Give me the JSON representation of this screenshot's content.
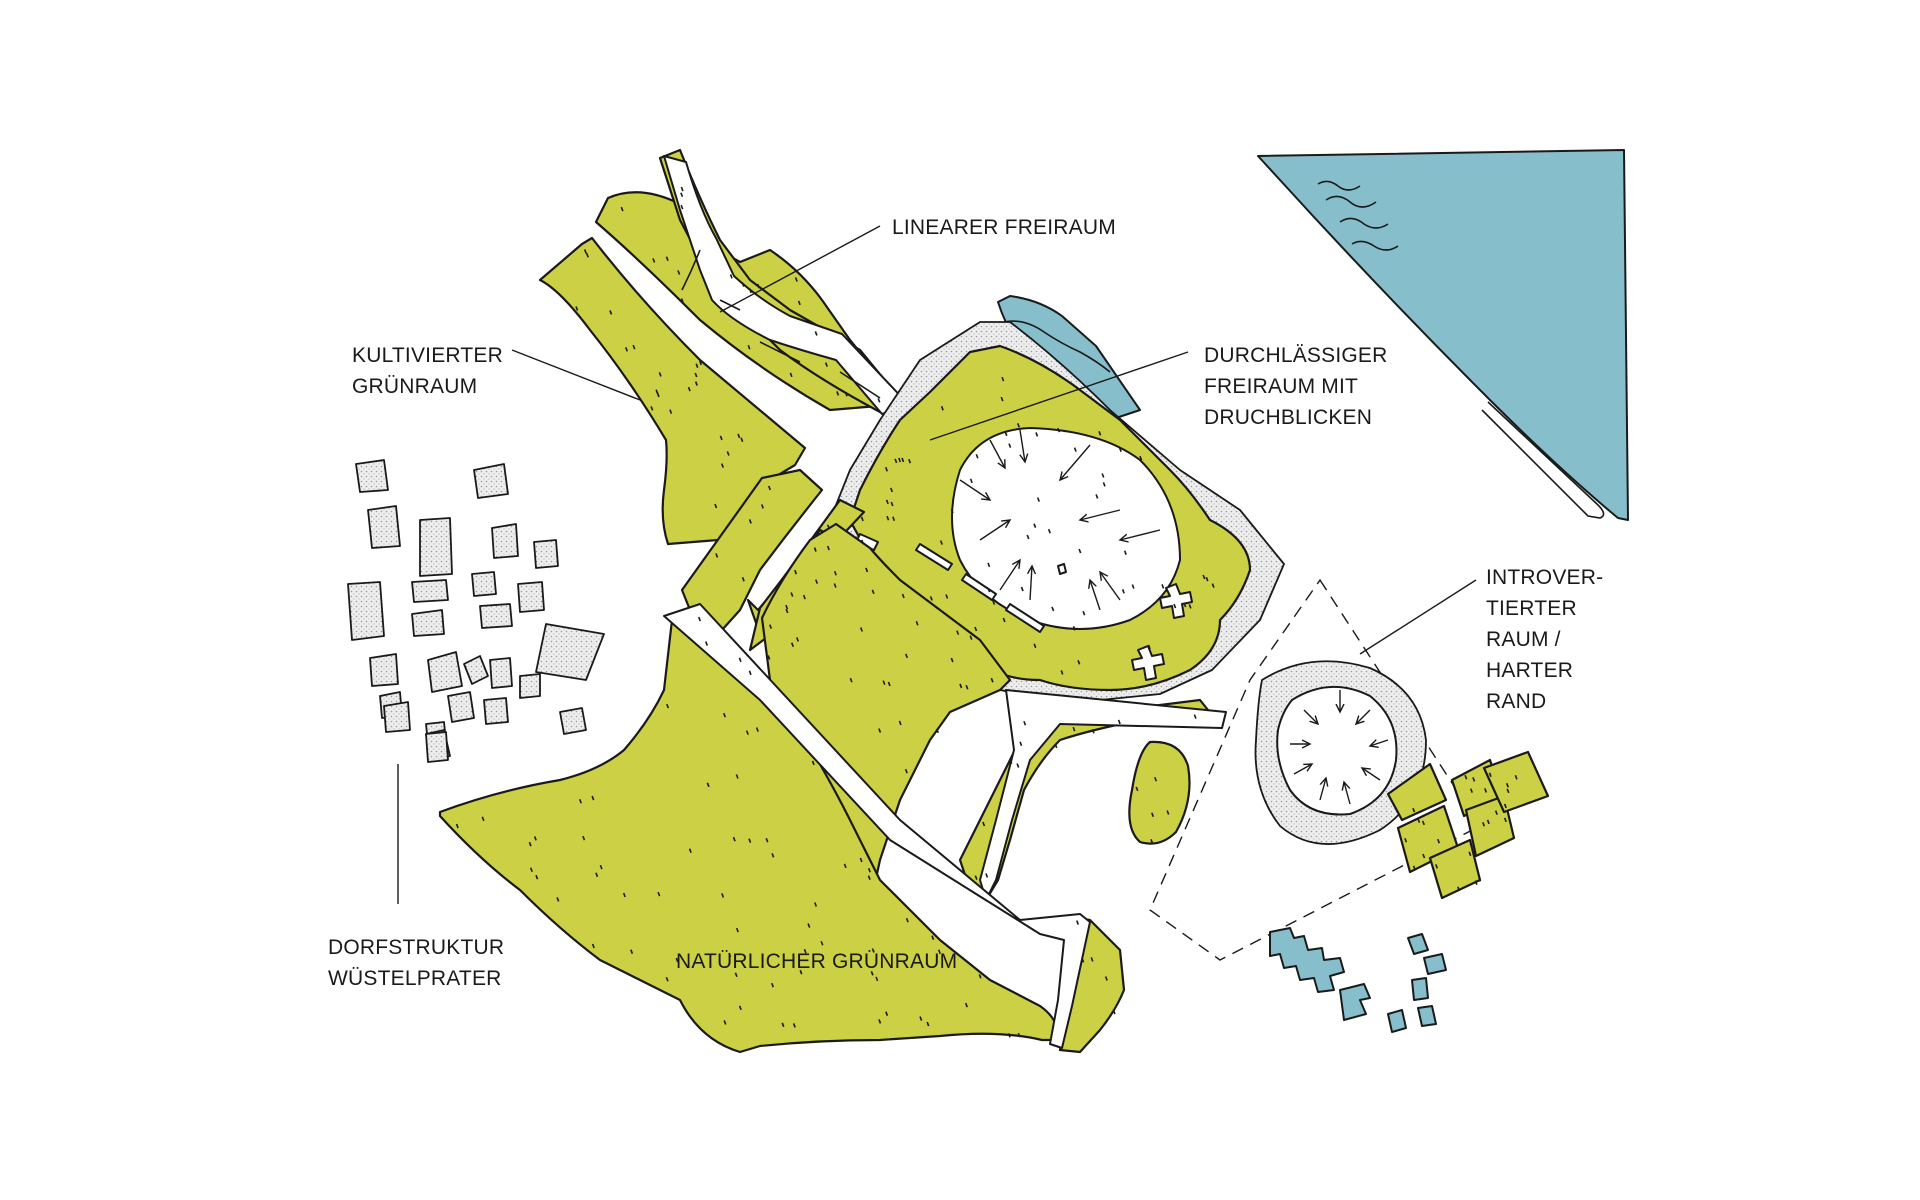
{
  "colors": {
    "green": "#cbd044",
    "water": "#86bfcb",
    "ink": "#1a1a1a",
    "background": "#ffffff"
  },
  "labels": {
    "linearer_freiraum": [
      "LINEARER FREIRAUM"
    ],
    "kultivierter_gruenraum": [
      "KULTIVIERTER",
      "GRÜNRAUM"
    ],
    "durchlaessiger_freiraum": [
      "DURCHLÄSSIGER",
      "FREIRAUM MIT",
      "DRUCHBLICKEN"
    ],
    "introvertierter_raum": [
      "INTROVER-",
      "TIERTER",
      "RAUM /",
      "HARTER",
      "RAND"
    ],
    "dorfstruktur": [
      "DORFSTRUKTUR",
      "WÜSTELPRATER"
    ],
    "natuerlicher_gruenraum": [
      "NATÜRLICHER GRÜNRAUM"
    ]
  }
}
